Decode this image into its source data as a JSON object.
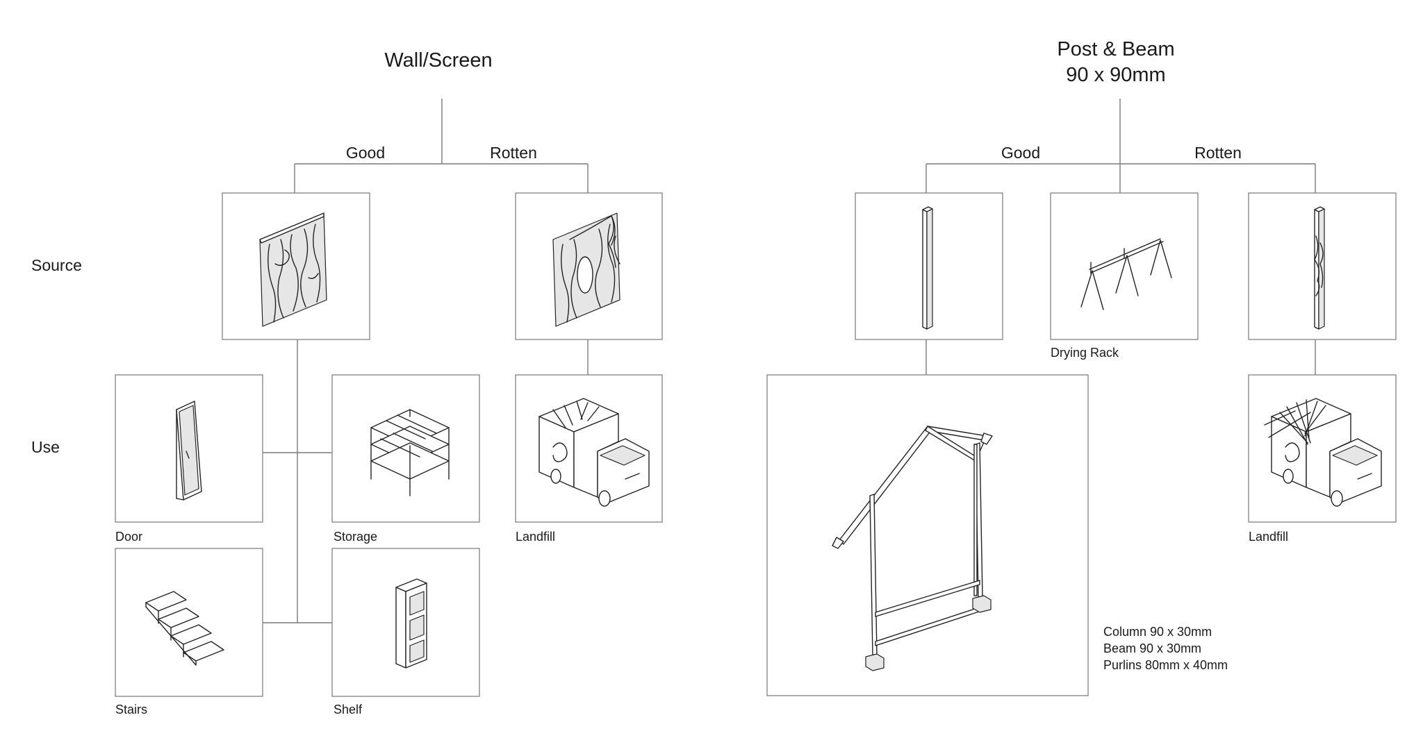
{
  "left_tree": {
    "title": "Wall/Screen",
    "good_label": "Good",
    "rotten_label": "Rotten"
  },
  "right_tree": {
    "title_line1": "Post & Beam",
    "title_line2": "90 x 90mm",
    "good_label": "Good",
    "rotten_label": "Rotten"
  },
  "rows": {
    "source_label": "Source",
    "use_label": "Use"
  },
  "captions": {
    "door": "Door",
    "storage": "Storage",
    "landfill_left": "Landfill",
    "stairs": "Stairs",
    "shelf": "Shelf",
    "drying_rack": "Drying Rack",
    "landfill_right": "Landfill"
  },
  "spec_notes": {
    "column": "Column 90 x 30mm",
    "beam": "Beam 90 x 30mm",
    "purlins": "Purlins 80mm x 40mm"
  },
  "icons": {
    "wall_good": "wood-panel-icon",
    "wall_rotten": "rotten-panel-icon",
    "door": "door-icon",
    "storage": "storage-rack-icon",
    "landfill": "dump-truck-icon",
    "stairs": "stairs-icon",
    "shelf": "bookshelf-icon",
    "post_good": "timber-post-icon",
    "drying_rack": "drying-rack-icon",
    "post_rotten": "rotten-post-icon",
    "frame": "post-beam-frame-icon"
  }
}
